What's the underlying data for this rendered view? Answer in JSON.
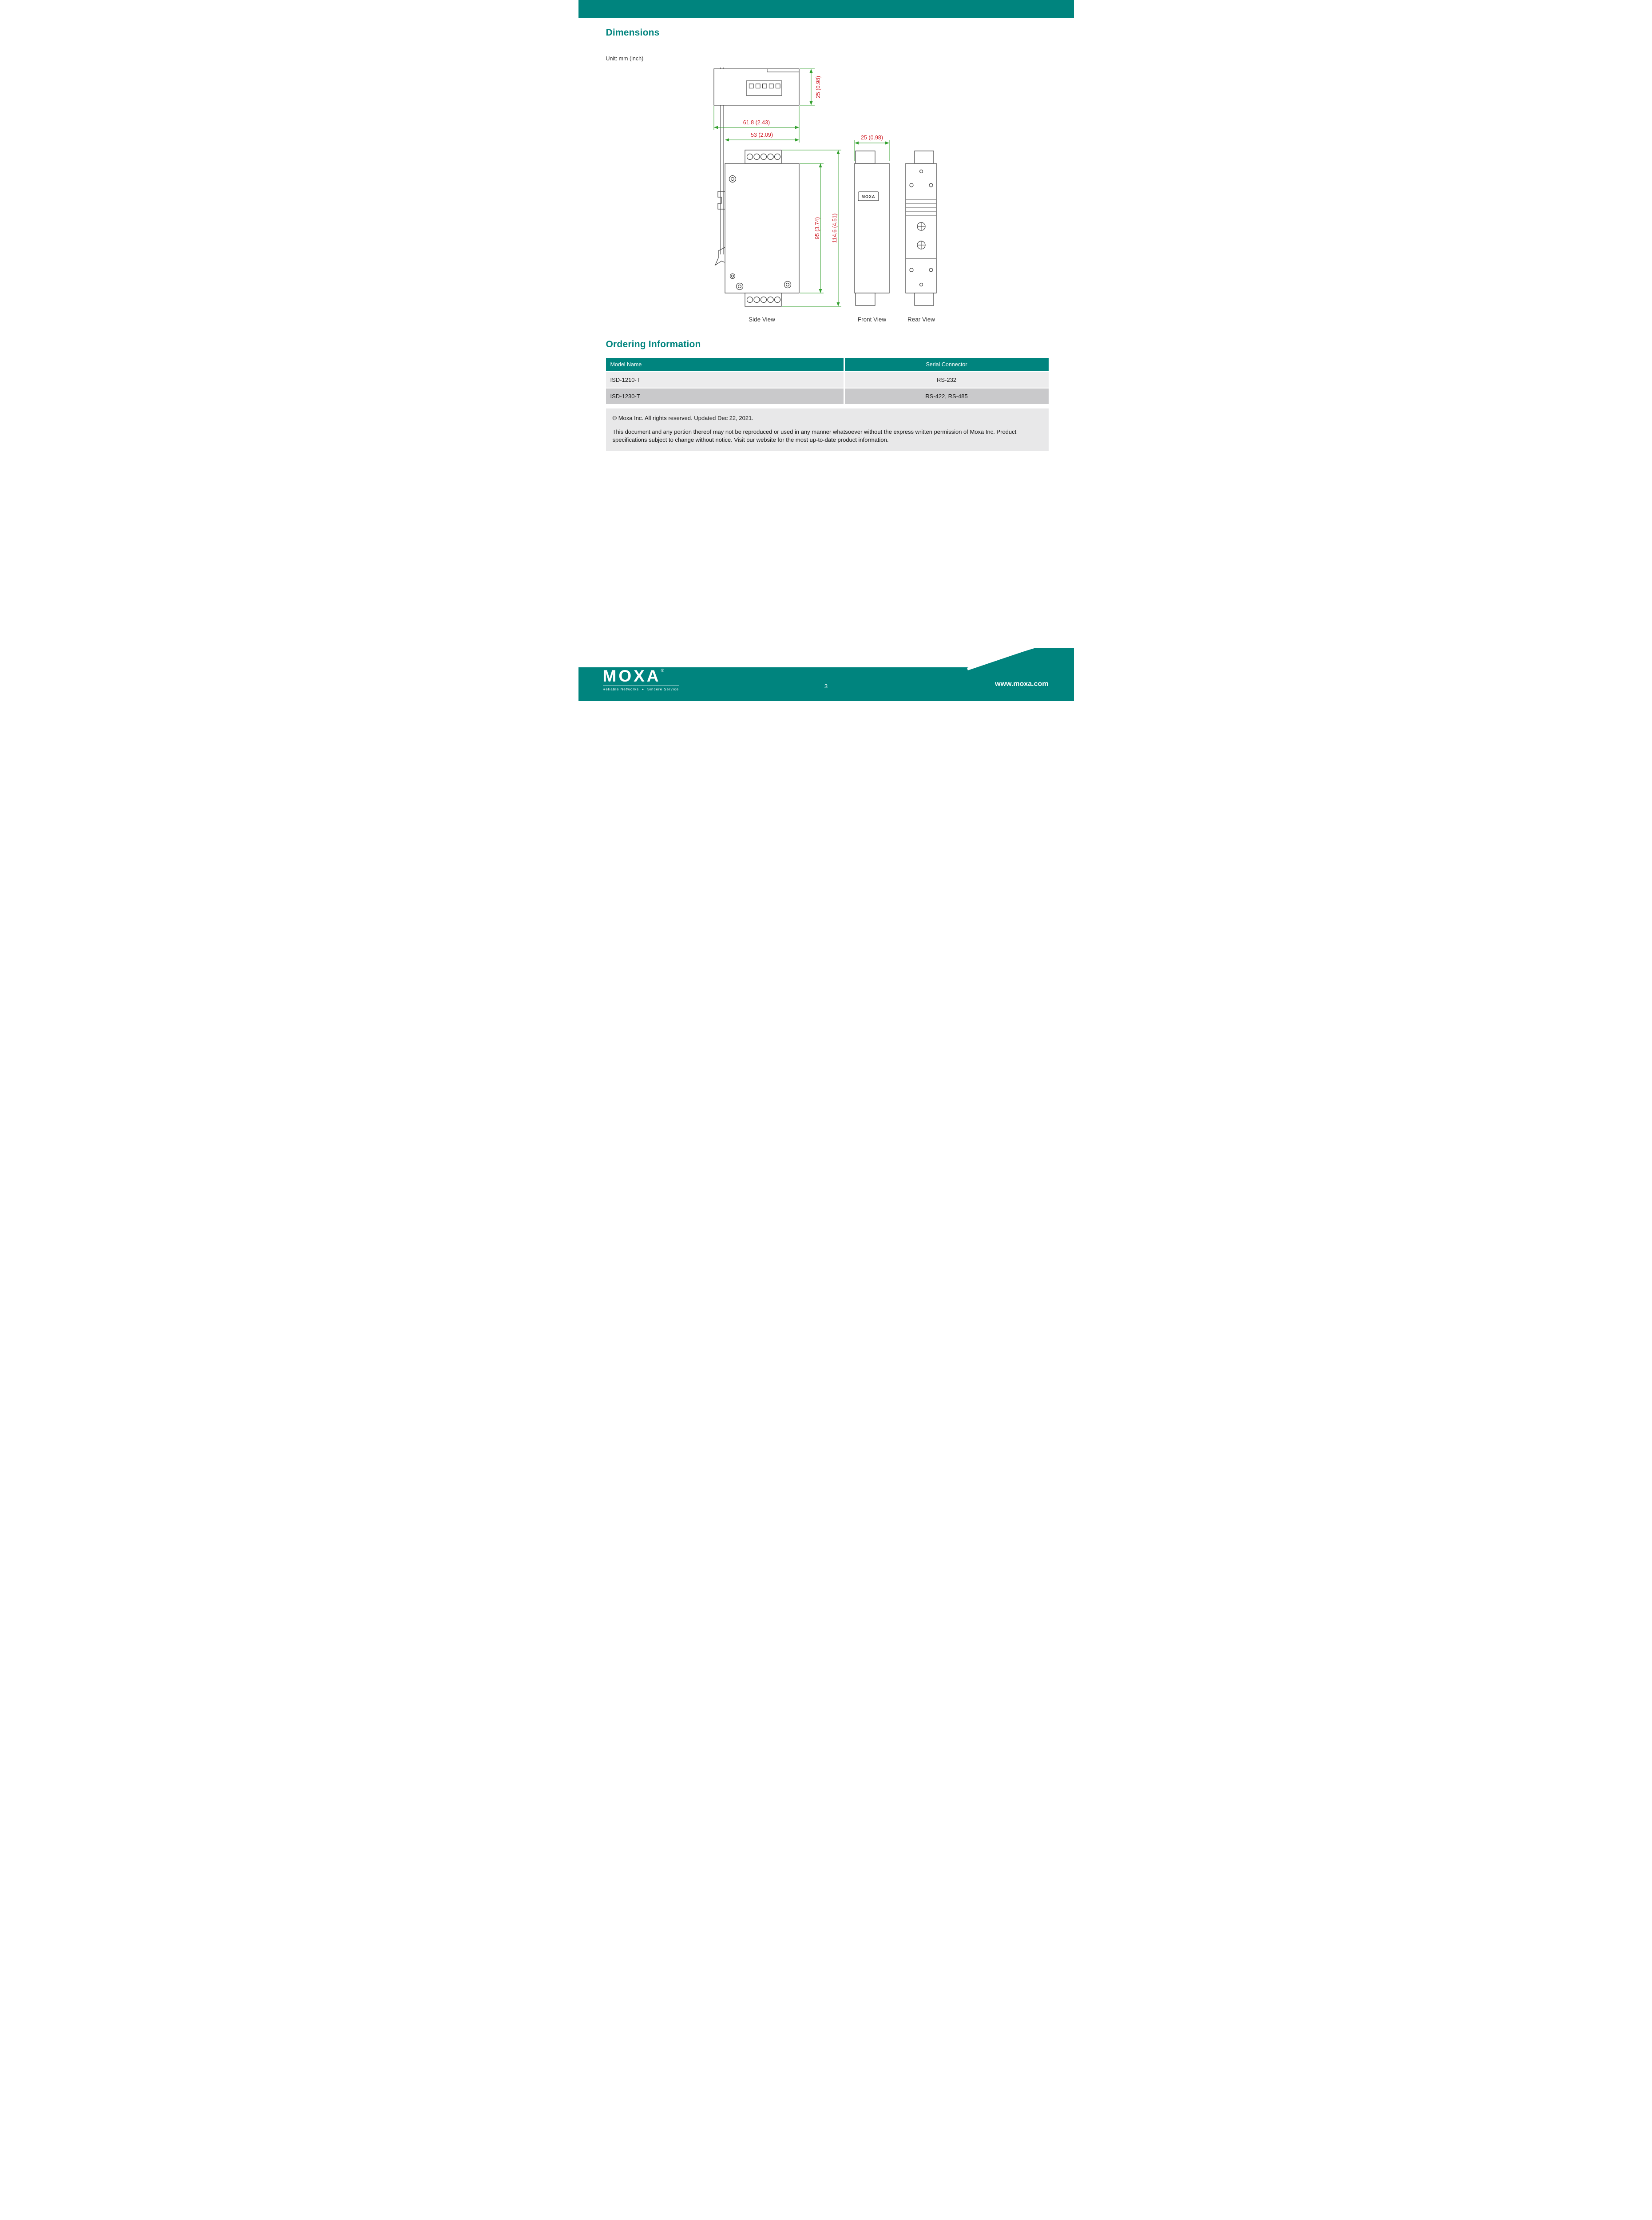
{
  "dimensions": {
    "title": "Dimensions",
    "unit_note": "Unit: mm (inch)",
    "measurements": {
      "depth": "25 (0.98)",
      "overall_width": "61.8 (2.43)",
      "body_width": "53 (2.09)",
      "front_width": "25 (0.98)",
      "body_height": "95 (3.74)",
      "overall_height": "114.6 (4.51)"
    },
    "views": {
      "side_label": "Side View",
      "front_label": "Front View",
      "rear_label": "Rear View"
    },
    "front_logo": "MOXA"
  },
  "ordering": {
    "title": "Ordering Information",
    "table": {
      "headers": [
        "Model Name",
        "Serial Connector"
      ],
      "rows": [
        {
          "model": "ISD-1210-T",
          "connector": "RS-232"
        },
        {
          "model": "ISD-1230-T",
          "connector": "RS-422, RS-485"
        }
      ]
    }
  },
  "legal": {
    "copyright": "© Moxa Inc. All rights reserved. Updated Dec 22, 2021.",
    "disclaimer": "This document and any portion thereof may not be reproduced or used in any manner whatsoever without the express written permission of Moxa Inc. Product specifications subject to change without notice. Visit our website for the most up-to-date product information."
  },
  "footer": {
    "logo_text": "MOXA",
    "logo_reg": "®",
    "tagline": "Reliable Networks",
    "tagline2": "Sincere Service",
    "page_number": "3",
    "website": "www.moxa.com"
  },
  "colors": {
    "teal": "#00847E",
    "dimension_text_red": "#D0212A",
    "dimension_line_green": "#34A12F",
    "row_light_gray": "#ECECED",
    "row_dark_gray": "#C9C9CB",
    "notice_gray": "#E8E8E9"
  }
}
